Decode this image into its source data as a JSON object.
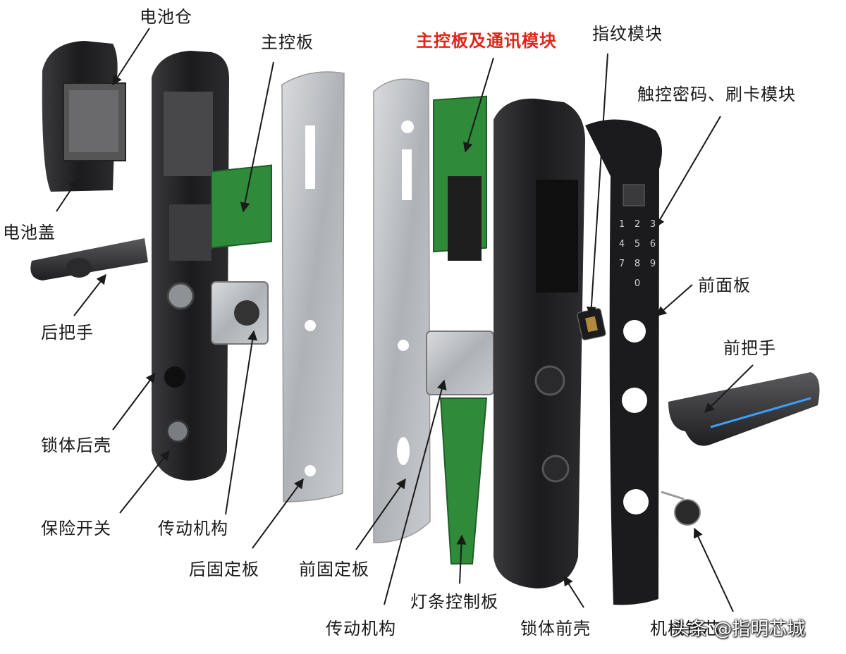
{
  "labels": {
    "battery_compartment": "电池仓",
    "battery_cover": "电池盖",
    "rear_handle": "后把手",
    "lock_rear_shell": "锁体后壳",
    "safety_switch": "保险开关",
    "drive_mechanism_rear": "传动机构",
    "main_board": "主控板",
    "rear_fixing_plate": "后固定板",
    "front_fixing_plate": "前固定板",
    "main_board_comm_module": "主控板及通讯模块",
    "drive_mechanism_front": "传动机构",
    "light_strip_board": "灯条控制板",
    "lock_front_shell": "锁体前壳",
    "fingerprint_module": "指纹模块",
    "touch_password_card_module": "触控密码、刷卡模块",
    "front_panel": "前面板",
    "front_handle": "前把手",
    "mechanical_lock_cylinder_partial": "机械锁芯"
  },
  "keypad_digits": [
    "1",
    "2",
    "3",
    "4",
    "5",
    "6",
    "7",
    "8",
    "9",
    "0"
  ],
  "watermark": "头条 @指明芯城",
  "colors": {
    "highlight_label": "#e0261b",
    "label": "#1a1a1a",
    "pcb_green": "#2f8a3a",
    "metal": "#b8bcc2",
    "shell_black": "#1c1c1e",
    "blue_light": "#3aa0ff"
  }
}
